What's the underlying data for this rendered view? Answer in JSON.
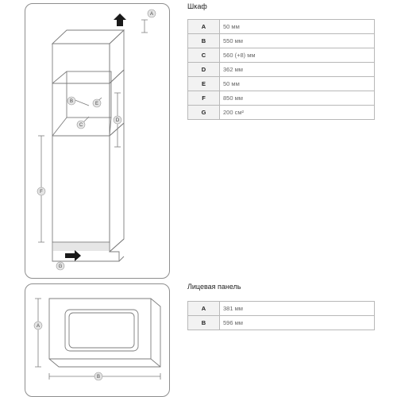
{
  "cabinet": {
    "title": "Шкаф",
    "rows": [
      {
        "key": "A",
        "value": "50 мм"
      },
      {
        "key": "B",
        "value": "550 мм"
      },
      {
        "key": "C",
        "value": "560 (+8) мм"
      },
      {
        "key": "D",
        "value": "362 мм"
      },
      {
        "key": "E",
        "value": "50 мм"
      },
      {
        "key": "F",
        "value": "850 мм"
      },
      {
        "key": "G",
        "value": "200 см²"
      }
    ],
    "markers": [
      "A",
      "B",
      "C",
      "D",
      "E",
      "F",
      "G"
    ]
  },
  "front_panel": {
    "title": "Лицевая панель",
    "rows": [
      {
        "key": "A",
        "value": "381 мм"
      },
      {
        "key": "B",
        "value": "596 мм"
      }
    ],
    "markers": [
      "A",
      "B"
    ]
  },
  "colors": {
    "line": "#7d7d7d",
    "table_border": "#b8b8b8",
    "key_bg": "#f2f2f2",
    "arrow": "#1a1a1a"
  }
}
